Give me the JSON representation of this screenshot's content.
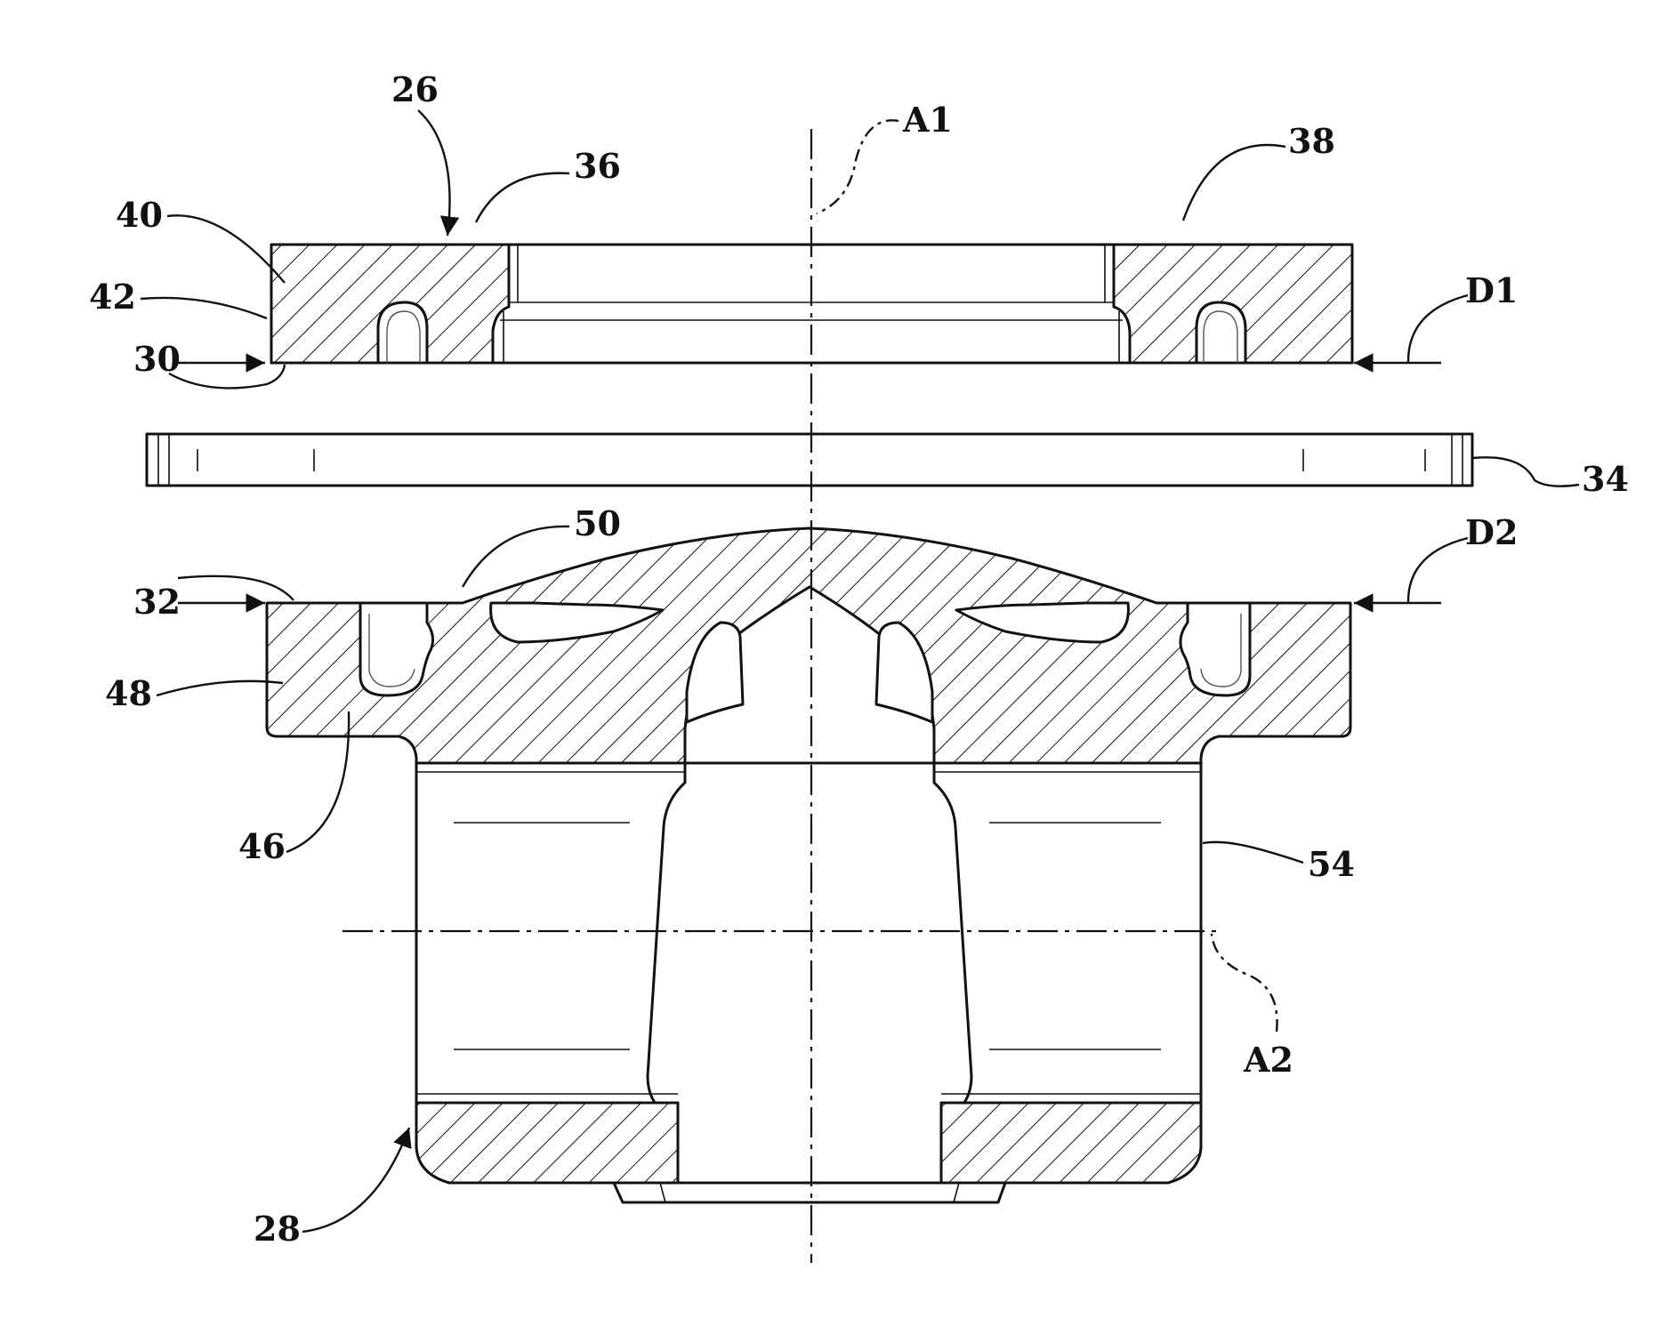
{
  "figure": {
    "labels": {
      "l26": "26",
      "l36": "36",
      "lA1": "A1",
      "l38": "38",
      "l40": "40",
      "l42": "42",
      "lD1": "D1",
      "l30": "30",
      "l34": "34",
      "l50": "50",
      "lD2": "D2",
      "l32": "32",
      "l48": "48",
      "l46": "46",
      "l54": "54",
      "lA2": "A2",
      "l28": "28"
    }
  }
}
